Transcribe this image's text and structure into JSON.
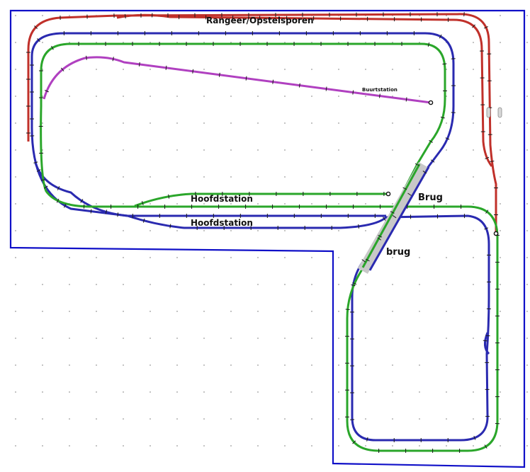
{
  "labels": {
    "shunting_yard": "Rangeer/Opstelsporen",
    "halt_station": "Buurtstation",
    "main_station_upper": "Hoofdstation",
    "main_station_lower": "Hoofdstation",
    "bridge_upper": "Brug",
    "bridge_lower": "brug"
  },
  "colors": {
    "baseboard_outline": "#1010c8",
    "red_line": "#c0302a",
    "blue_line": "#2a2ab0",
    "green_line": "#2aa62a",
    "purple_line": "#b040c0",
    "bridge_deck": "#c8c8c8",
    "grid_dot": "#9a9a9a",
    "track_tie": "#1a1a1a"
  },
  "icons": {
    "buffer_stop": "buffer-stop-icon",
    "signal": "signal-icon"
  }
}
